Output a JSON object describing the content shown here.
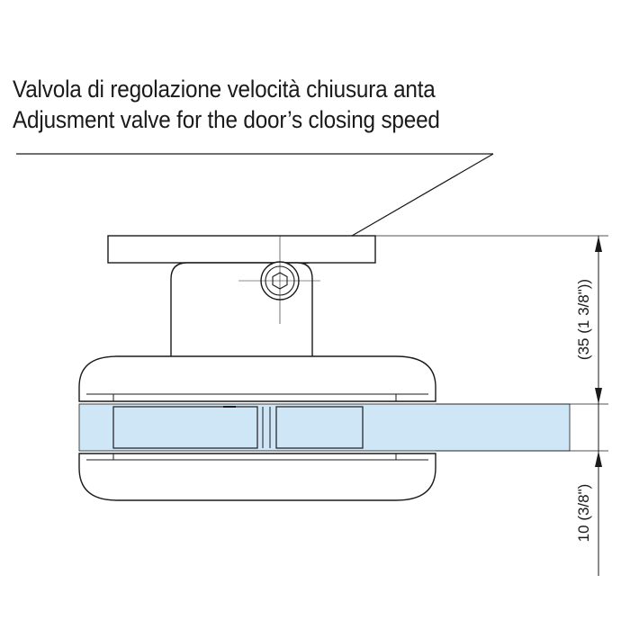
{
  "captions": {
    "it": "Valvola di regolazione velocità chiusura anta",
    "en": "Adjusment valve for the door’s closing speed"
  },
  "dimensions": {
    "upper": "(35 (1 3/8\"))",
    "lower": "10 (3/8\")"
  },
  "colors": {
    "line": "#1a1a1a",
    "glass": "#cfe6f7"
  }
}
